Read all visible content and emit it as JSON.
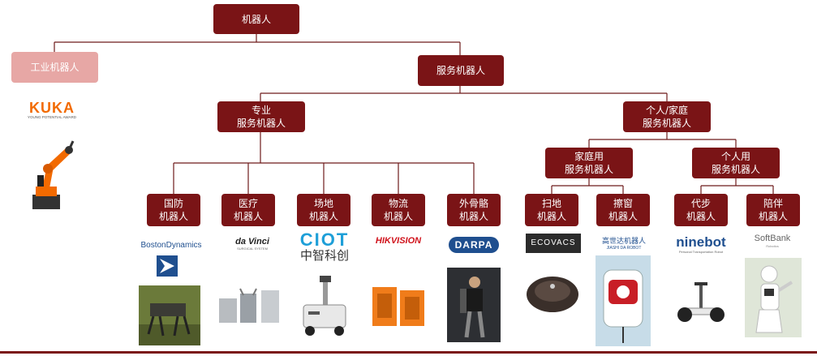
{
  "nodes": {
    "root": "机器人",
    "industrial": "工业机器人",
    "service": "服务机器人",
    "professional": "专业\n服务机器人",
    "personal_home": "个人/家庭\n服务机器人",
    "home_use": "家庭用\n服务机器人",
    "personal_use": "个人用\n服务机器人",
    "defense": "国防\n机器人",
    "medical": "医疗\n机器人",
    "venue": "场地\n机器人",
    "logistics": "物流\n机器人",
    "exoskeleton": "外骨骼\n机器人",
    "sweeping": "扫地\n机器人",
    "window": "擦窗\n机器人",
    "mobility": "代步\n机器人",
    "companion": "陪伴\n机器人"
  },
  "logos": {
    "kuka": "KUKA",
    "kuka_sub": "YOUNG POTENTIAL AWARD",
    "boston": "BostonDynamics",
    "davinci": "da Vinci",
    "davinci_sub": "SURGICAL SYSTEM",
    "ciot": "CIOT",
    "ciot_cn": "中智科创",
    "hikvision": "HIKVISION",
    "darpa": "DARPA",
    "ecovacs": "ECOVACS",
    "hobot": "高世达机器人",
    "hobot_sub": "JIASHI DA ROBOT",
    "ninebot": "ninebot",
    "ninebot_sub": "Personal Transportation Robot",
    "softbank": "SoftBank",
    "softbank_sub": "Robotics"
  },
  "colors": {
    "node_dark": "#7a1416",
    "node_light": "#e7a7a5",
    "line": "#6e1a1a",
    "kuka_orange": "#f26a00",
    "darpa_blue": "#1f4f8f",
    "ciot_blue": "#1e9fd8",
    "hik_red": "#d0121b"
  }
}
